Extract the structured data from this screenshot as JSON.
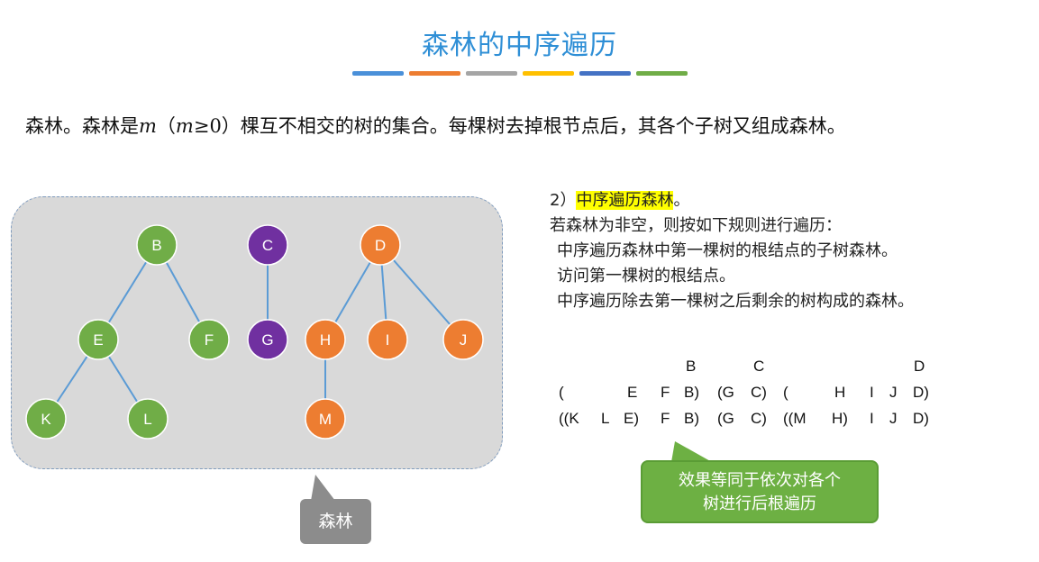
{
  "title": "森林的中序遍历",
  "title_bar_colors": [
    "#4a90d9",
    "#ed7d31",
    "#a5a5a5",
    "#ffc000",
    "#4472c4",
    "#70ad47"
  ],
  "intro": {
    "part1": "森林。森林是",
    "m1": "m",
    "paren_open": "（",
    "m2": "m",
    "cond": "≥0）棵互不相交的树的集合。每棵树去掉根节点后，其各个子树又组成森林。"
  },
  "forest": {
    "nodes": [
      {
        "label": "B",
        "color": "#70ad47"
      },
      {
        "label": "E",
        "color": "#70ad47"
      },
      {
        "label": "F",
        "color": "#70ad47"
      },
      {
        "label": "K",
        "color": "#70ad47"
      },
      {
        "label": "L",
        "color": "#70ad47"
      },
      {
        "label": "C",
        "color": "#7030a0"
      },
      {
        "label": "G",
        "color": "#7030a0"
      },
      {
        "label": "D",
        "color": "#ed7d31"
      },
      {
        "label": "H",
        "color": "#ed7d31"
      },
      {
        "label": "I",
        "color": "#ed7d31"
      },
      {
        "label": "J",
        "color": "#ed7d31"
      },
      {
        "label": "M",
        "color": "#ed7d31"
      }
    ],
    "edges": [
      [
        "B",
        "E"
      ],
      [
        "B",
        "F"
      ],
      [
        "E",
        "K"
      ],
      [
        "E",
        "L"
      ],
      [
        "C",
        "G"
      ],
      [
        "D",
        "H"
      ],
      [
        "D",
        "I"
      ],
      [
        "D",
        "J"
      ],
      [
        "H",
        "M"
      ]
    ],
    "edge_color": "#5b9bd5"
  },
  "callout_forest": "森林",
  "rules": {
    "heading_num": "2）",
    "heading": "中序遍历森林",
    "heading_end": "。",
    "line1": "若森林为非空，则按如下规则进行遍历：",
    "line2": "中序遍历森林中第一棵树的根结点的子树森林。",
    "line3": "访问第一棵树的根结点。",
    "line4": "中序遍历除去第一棵树之后剩余的树构成的森林。"
  },
  "sequence": {
    "roots": [
      "B",
      "C",
      "D"
    ],
    "row1": [
      "(",
      "E",
      "F",
      "B)",
      "(G",
      "C)",
      "(",
      "H",
      "I",
      "J",
      "D)"
    ],
    "row2": [
      "((K",
      "L",
      "E)",
      "F",
      "B)",
      "(G",
      "C)",
      "((M",
      "H)",
      "I",
      "J",
      "D)"
    ]
  },
  "callout_result": {
    "line1": "效果等同于依次对各个",
    "line2": "树进行后根遍历"
  }
}
